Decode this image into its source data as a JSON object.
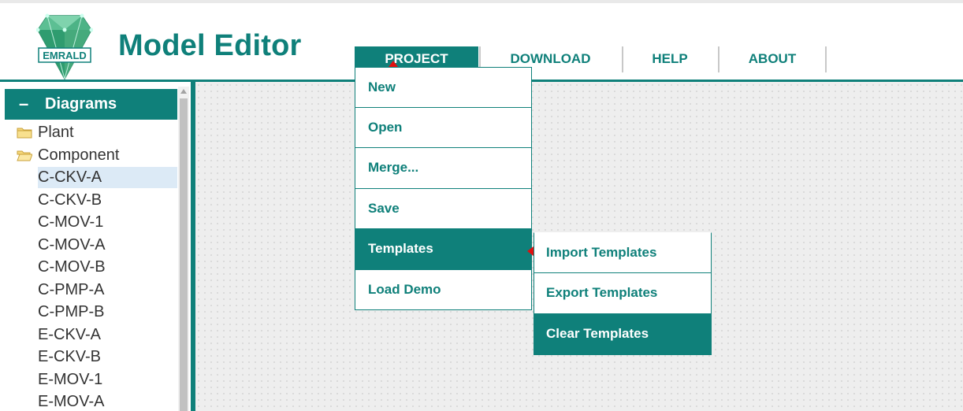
{
  "app": {
    "title": "Model Editor",
    "logo_text": "EMRALD",
    "brand_color": "#0f807a"
  },
  "nav": {
    "items": [
      {
        "label": "PROJECT",
        "active": true
      },
      {
        "label": "DOWNLOAD",
        "active": false
      },
      {
        "label": "HELP",
        "active": false
      },
      {
        "label": "ABOUT",
        "active": false
      }
    ]
  },
  "project_menu": {
    "items": [
      {
        "label": "New"
      },
      {
        "label": "Open"
      },
      {
        "label": "Merge..."
      },
      {
        "label": "Save"
      },
      {
        "label": "Templates",
        "active": true,
        "has_submenu": true
      },
      {
        "label": "Load Demo"
      }
    ]
  },
  "templates_submenu": {
    "items": [
      {
        "label": "Import Templates"
      },
      {
        "label": "Export Templates"
      },
      {
        "label": "Clear Templates",
        "active": true
      }
    ]
  },
  "sidebar": {
    "panel_title": "Diagrams",
    "toggle_symbol": "–",
    "folders": [
      {
        "label": "Plant",
        "icon": "folder-icon"
      },
      {
        "label": "Component",
        "icon": "folder-open-icon"
      }
    ],
    "items": [
      {
        "label": "C-CKV-A",
        "selected": true
      },
      {
        "label": "C-CKV-B"
      },
      {
        "label": "C-MOV-1"
      },
      {
        "label": "C-MOV-A"
      },
      {
        "label": "C-MOV-B"
      },
      {
        "label": "C-PMP-A"
      },
      {
        "label": "C-PMP-B"
      },
      {
        "label": "E-CKV-A"
      },
      {
        "label": "E-CKV-B"
      },
      {
        "label": "E-MOV-1"
      },
      {
        "label": "E-MOV-A"
      }
    ]
  }
}
